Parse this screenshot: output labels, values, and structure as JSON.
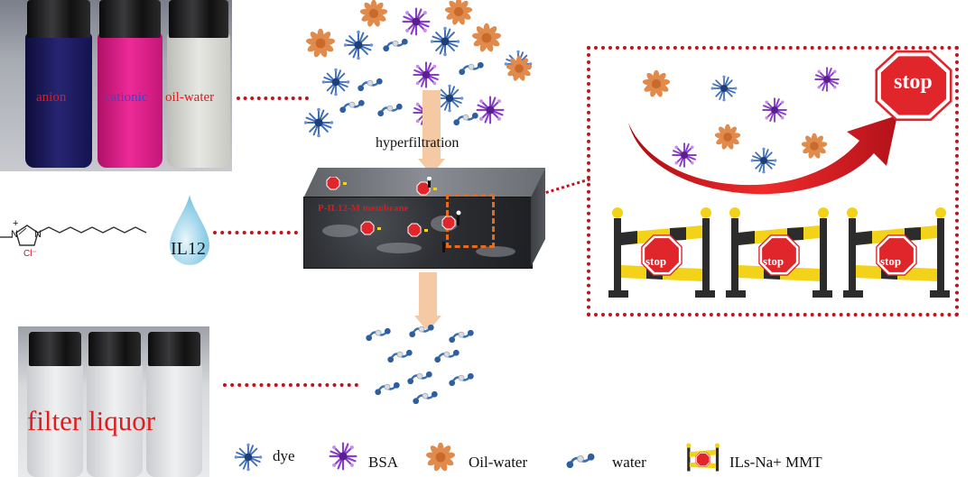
{
  "photo_top": {
    "labels": [
      "anion",
      "cationic",
      "oil-water"
    ],
    "colors": {
      "anion": "#1c1b5e",
      "cationic": "#e41b8c",
      "oil_water": "#d9d9d4"
    }
  },
  "photo_bottom": {
    "label": "filter liquor"
  },
  "process": {
    "step_label": "hyperfiltration",
    "membrane_label": "P-IL12-M membrane"
  },
  "ionic_liquid": {
    "drop_label": "IL12",
    "plus_sign": "+",
    "counter_ion": "Cl⁻"
  },
  "barrier": {
    "big_sign": "stop",
    "small_signs": [
      "stop",
      "stop",
      "stop"
    ]
  },
  "legend": {
    "items": [
      {
        "icon": "dye-molecule-icon",
        "label": "dye"
      },
      {
        "icon": "bsa-molecule-icon",
        "label": "BSA"
      },
      {
        "icon": "oil-water-droplet-icon",
        "label": "Oil-water"
      },
      {
        "icon": "water-molecule-icon",
        "label": "water"
      },
      {
        "icon": "ils-mmt-barrier-icon",
        "label": "ILs-Na+ MMT"
      }
    ]
  },
  "colors": {
    "dye": "#3f6fb8",
    "bsa": "#8a3fc9",
    "oil_water": "#e08a4c",
    "accent_red": "#c0141c",
    "arrow_peach": "#f4c9a4"
  }
}
